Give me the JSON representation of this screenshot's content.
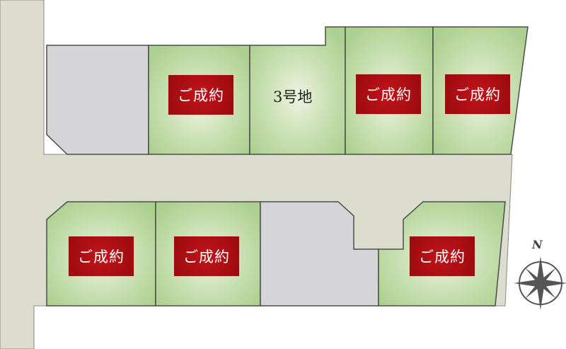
{
  "title": "区画図",
  "colors": {
    "road": "#dcdccf",
    "lot_green": "#b9d69f",
    "lot_gray": "#d5d5d8",
    "sold_badge": "#a30d12",
    "outline": "#4a4f4a"
  },
  "lots": [
    {
      "id": "top-1",
      "status": "unavailable",
      "label": ""
    },
    {
      "id": "top-2",
      "status": "sold",
      "label": "ご成約"
    },
    {
      "id": "top-3",
      "status": "available",
      "label": "3号地"
    },
    {
      "id": "top-4",
      "status": "sold",
      "label": "ご成約"
    },
    {
      "id": "top-5",
      "status": "sold",
      "label": "ご成約"
    },
    {
      "id": "bottom-1",
      "status": "sold",
      "label": "ご成約"
    },
    {
      "id": "bottom-2",
      "status": "sold",
      "label": "ご成約"
    },
    {
      "id": "bottom-3",
      "status": "unavailable",
      "label": ""
    },
    {
      "id": "bottom-4",
      "status": "sold",
      "label": "ご成約"
    }
  ],
  "compass": {
    "north_label": "N",
    "icon": "compass-rose-icon"
  }
}
